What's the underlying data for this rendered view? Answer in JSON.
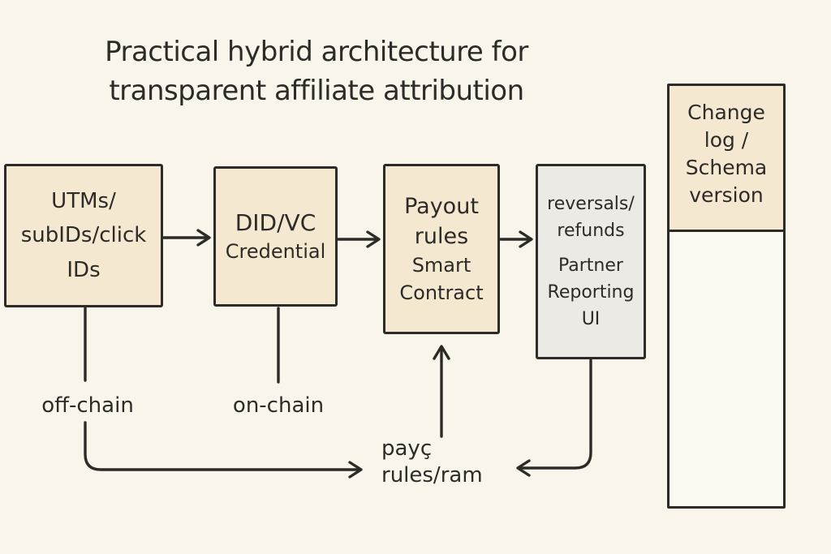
{
  "title": {
    "line1": "Practical hybrid architecture for",
    "line2": "transparent affiliate attribution"
  },
  "nodes": {
    "tracking": {
      "lines": [
        "UTMs/",
        "subIDs/click",
        "IDs"
      ]
    },
    "credential": {
      "title": "DID/VC",
      "subtitle": "Credential"
    },
    "payout": {
      "title_lines": [
        "Payout",
        "rules"
      ],
      "subtitle_lines": [
        "Smart",
        "Contract"
      ]
    },
    "reporting": {
      "group1": [
        "reversals/",
        "refunds"
      ],
      "group2": [
        "Partner",
        "Reporting",
        "UI"
      ]
    },
    "changelog": {
      "lines": [
        "Change",
        "log /",
        "Schema",
        "version"
      ]
    }
  },
  "labels": {
    "off_chain": "off-chain",
    "on_chain": "on-chain",
    "flow_note_line1": "payç",
    "flow_note_line2": "rules/ram"
  },
  "colors": {
    "background": "#faf5eb",
    "node_fill_cream": "#f5e8d0",
    "node_fill_gray": "#ebeae5",
    "changelog_lower_fill": "#fcf9f2",
    "stroke": "#2d2b28",
    "text": "#2d2b28"
  }
}
